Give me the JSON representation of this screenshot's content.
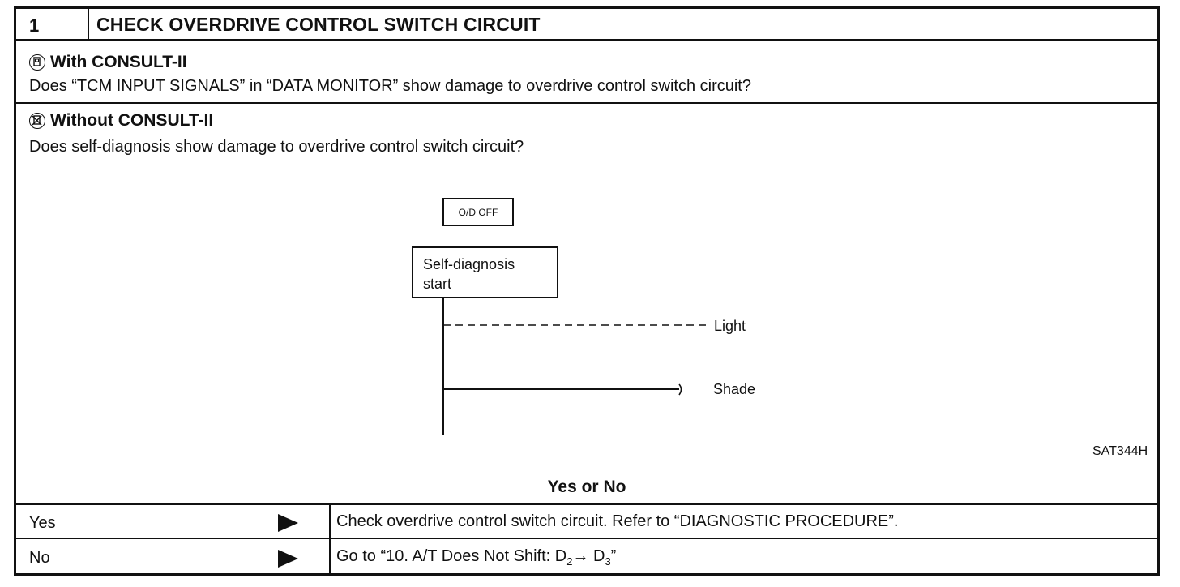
{
  "step": {
    "number": "1",
    "title": "CHECK OVERDRIVE CONTROL SWITCH CIRCUIT"
  },
  "with_consult": {
    "icon": "consult-tool-icon",
    "heading": "With CONSULT-II",
    "question": "Does “TCM INPUT SIGNALS” in “DATA MONITOR” show damage to overdrive control switch circuit?"
  },
  "without_consult": {
    "icon": "no-consult-icon",
    "heading": "Without CONSULT-II",
    "question": "Does self-diagnosis show damage to overdrive control switch circuit?"
  },
  "diagram": {
    "indicator_label": "O/D OFF",
    "start_line1": "Self-diagnosis",
    "start_line2": "start",
    "light_label": "Light",
    "shade_label": "Shade",
    "figure_code": "SAT344H"
  },
  "decision": {
    "prompt": "Yes or No",
    "rows": [
      {
        "answer": "Yes",
        "action": "Check overdrive control switch circuit. Refer to “DIAGNOSTIC PROCEDURE”."
      },
      {
        "answer": "No",
        "action_prefix": "Go to “10. A/T Does Not Shift: D",
        "sub1": "2",
        "arrow": "→ D",
        "sub2": "3",
        "action_suffix": "”"
      }
    ]
  }
}
